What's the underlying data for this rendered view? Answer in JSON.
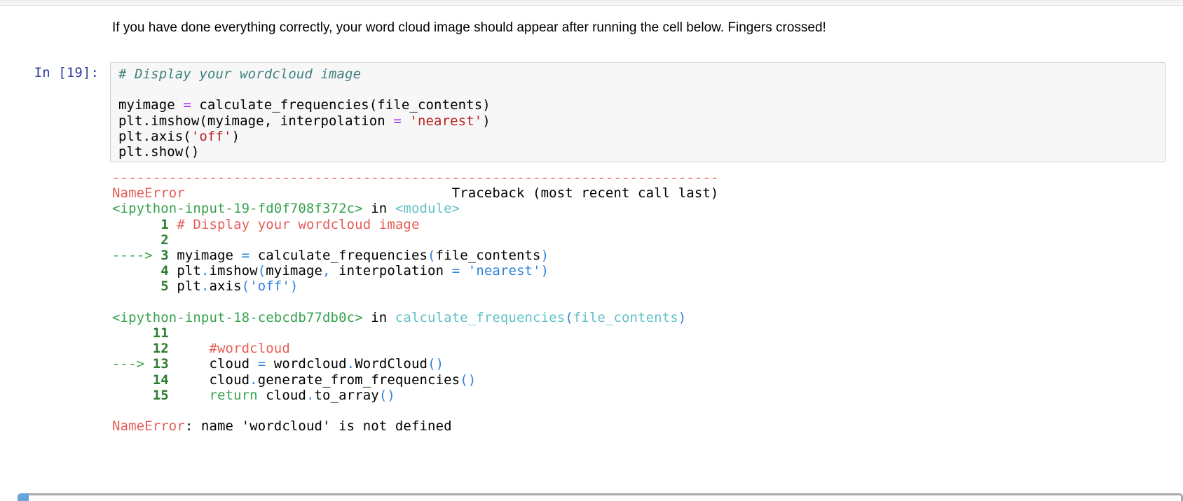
{
  "markdown": {
    "text": "If you have done everything correctly, your word cloud image should appear after running the cell below. Fingers crossed!"
  },
  "code_cell": {
    "prompt": "In [19]:",
    "code_lines": [
      [
        {
          "t": "# Display your wordcloud image",
          "c": "cm-comment"
        }
      ],
      [],
      [
        {
          "t": "myimage "
        },
        {
          "t": "=",
          "c": "cm-op"
        },
        {
          "t": " calculate_frequencies(file_contents)"
        }
      ],
      [
        {
          "t": "plt.imshow(myimage, interpolation "
        },
        {
          "t": "=",
          "c": "cm-op"
        },
        {
          "t": " "
        },
        {
          "t": "'nearest'",
          "c": "cm-str"
        },
        {
          "t": ")"
        }
      ],
      [
        {
          "t": "plt.axis("
        },
        {
          "t": "'off'",
          "c": "cm-str"
        },
        {
          "t": ")"
        }
      ],
      [
        {
          "t": "plt.show()"
        }
      ]
    ]
  },
  "traceback": {
    "lines": [
      [
        {
          "t": "---------------------------------------------------------------------------",
          "c": "red"
        }
      ],
      [
        {
          "t": "NameError",
          "c": "red"
        },
        {
          "t": "                                 Traceback (most recent call last)"
        }
      ],
      [
        {
          "t": "<ipython-input-19-fd0f708f372c>",
          "c": "grn"
        },
        {
          "t": " in "
        },
        {
          "t": "<module>",
          "c": "cyn"
        }
      ],
      [
        {
          "t": "      "
        },
        {
          "t": "1",
          "c": "gbold"
        },
        {
          "t": " "
        },
        {
          "t": "# Display your wordcloud image",
          "c": "red"
        }
      ],
      [
        {
          "t": "      "
        },
        {
          "t": "2",
          "c": "gbold"
        },
        {
          "t": " "
        }
      ],
      [
        {
          "t": "----> ",
          "c": "grn"
        },
        {
          "t": "3",
          "c": "gbold"
        },
        {
          "t": " myimage "
        },
        {
          "t": "=",
          "c": "blu"
        },
        {
          "t": " calculate_frequencies"
        },
        {
          "t": "(",
          "c": "blu"
        },
        {
          "t": "file_contents"
        },
        {
          "t": ")",
          "c": "blu"
        }
      ],
      [
        {
          "t": "      "
        },
        {
          "t": "4",
          "c": "gbold"
        },
        {
          "t": " plt"
        },
        {
          "t": ".",
          "c": "blu"
        },
        {
          "t": "imshow"
        },
        {
          "t": "(",
          "c": "blu"
        },
        {
          "t": "myimage"
        },
        {
          "t": ",",
          "c": "blu"
        },
        {
          "t": " interpolation "
        },
        {
          "t": "=",
          "c": "blu"
        },
        {
          "t": " "
        },
        {
          "t": "'nearest'",
          "c": "blu"
        },
        {
          "t": ")",
          "c": "blu"
        }
      ],
      [
        {
          "t": "      "
        },
        {
          "t": "5",
          "c": "gbold"
        },
        {
          "t": " plt"
        },
        {
          "t": ".",
          "c": "blu"
        },
        {
          "t": "axis"
        },
        {
          "t": "(",
          "c": "blu"
        },
        {
          "t": "'off'",
          "c": "blu"
        },
        {
          "t": ")",
          "c": "blu"
        }
      ],
      [],
      [
        {
          "t": "<ipython-input-18-cebcdb77db0c>",
          "c": "grn"
        },
        {
          "t": " in "
        },
        {
          "t": "calculate_frequencies",
          "c": "cyn"
        },
        {
          "t": "(",
          "c": "blu"
        },
        {
          "t": "file_contents",
          "c": "cyn"
        },
        {
          "t": ")",
          "c": "blu"
        }
      ],
      [
        {
          "t": "     "
        },
        {
          "t": "11",
          "c": "gbold"
        },
        {
          "t": " "
        }
      ],
      [
        {
          "t": "     "
        },
        {
          "t": "12",
          "c": "gbold"
        },
        {
          "t": "     "
        },
        {
          "t": "#wordcloud",
          "c": "red"
        }
      ],
      [
        {
          "t": "---> ",
          "c": "grn"
        },
        {
          "t": "13",
          "c": "gbold"
        },
        {
          "t": "     cloud "
        },
        {
          "t": "=",
          "c": "blu"
        },
        {
          "t": " wordcloud"
        },
        {
          "t": ".",
          "c": "blu"
        },
        {
          "t": "WordCloud"
        },
        {
          "t": "()",
          "c": "blu"
        }
      ],
      [
        {
          "t": "     "
        },
        {
          "t": "14",
          "c": "gbold"
        },
        {
          "t": "     cloud"
        },
        {
          "t": ".",
          "c": "blu"
        },
        {
          "t": "generate_from_frequencies"
        },
        {
          "t": "()",
          "c": "blu"
        }
      ],
      [
        {
          "t": "     "
        },
        {
          "t": "15",
          "c": "gbold"
        },
        {
          "t": "     "
        },
        {
          "t": "return",
          "c": "grn"
        },
        {
          "t": " cloud"
        },
        {
          "t": ".",
          "c": "blu"
        },
        {
          "t": "to_array"
        },
        {
          "t": "()",
          "c": "blu"
        }
      ],
      [],
      [
        {
          "t": "NameError",
          "c": "red"
        },
        {
          "t": ": name 'wordcloud' is not defined"
        }
      ]
    ]
  },
  "colors": {
    "prompt-blue": "#303F9F",
    "cell-bg": "#f7f7f7",
    "cell-border": "#cfcfcf",
    "header-border": "#d4d4d4",
    "ansi-red": "#e75c58",
    "ansi-green": "#36a24e",
    "ansi-green-bold": "#2b7d32",
    "ansi-cyan": "#62c2c8",
    "ansi-blue": "#2f80dc",
    "syntax-comment": "#408080",
    "syntax-operator": "#AA22FF",
    "syntax-string": "#BA2121",
    "selected-cell-blue": "#66a4db",
    "cell-outline-grey": "#a9a9a9"
  }
}
